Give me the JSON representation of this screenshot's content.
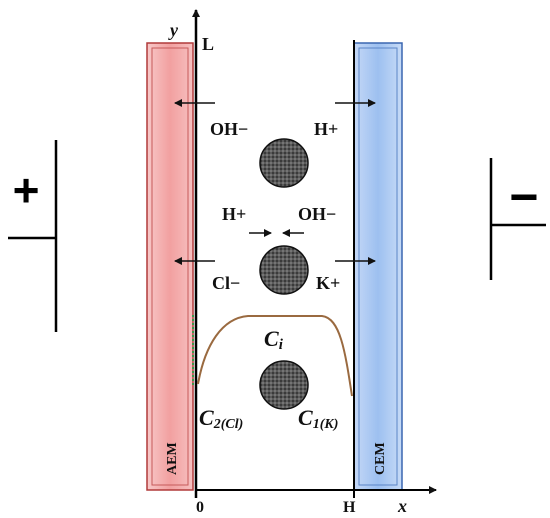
{
  "axes": {
    "y_label": "y",
    "x_label": "x",
    "top_label": "L",
    "origin_label": "0",
    "right_label": "H"
  },
  "membranes": {
    "left": "AEM",
    "right": "CEM",
    "left_color": "#f08a8a",
    "right_color": "#8fb4ee"
  },
  "electrodes": {
    "anode_sign": "+",
    "cathode_sign": "−"
  },
  "ions": {
    "top_left": "OH−",
    "top_right": "H+",
    "mid_left": "H+",
    "mid_right": "OH−",
    "low_left": "Cl−",
    "low_right": "K+"
  },
  "concentration": {
    "ci_main": "C",
    "ci_sub": "i",
    "c2_main": "C",
    "c2_sub": "2(Cl)",
    "c1_main": "C",
    "c1_sub": "1(K)",
    "curve_color": "#9a6a40"
  }
}
